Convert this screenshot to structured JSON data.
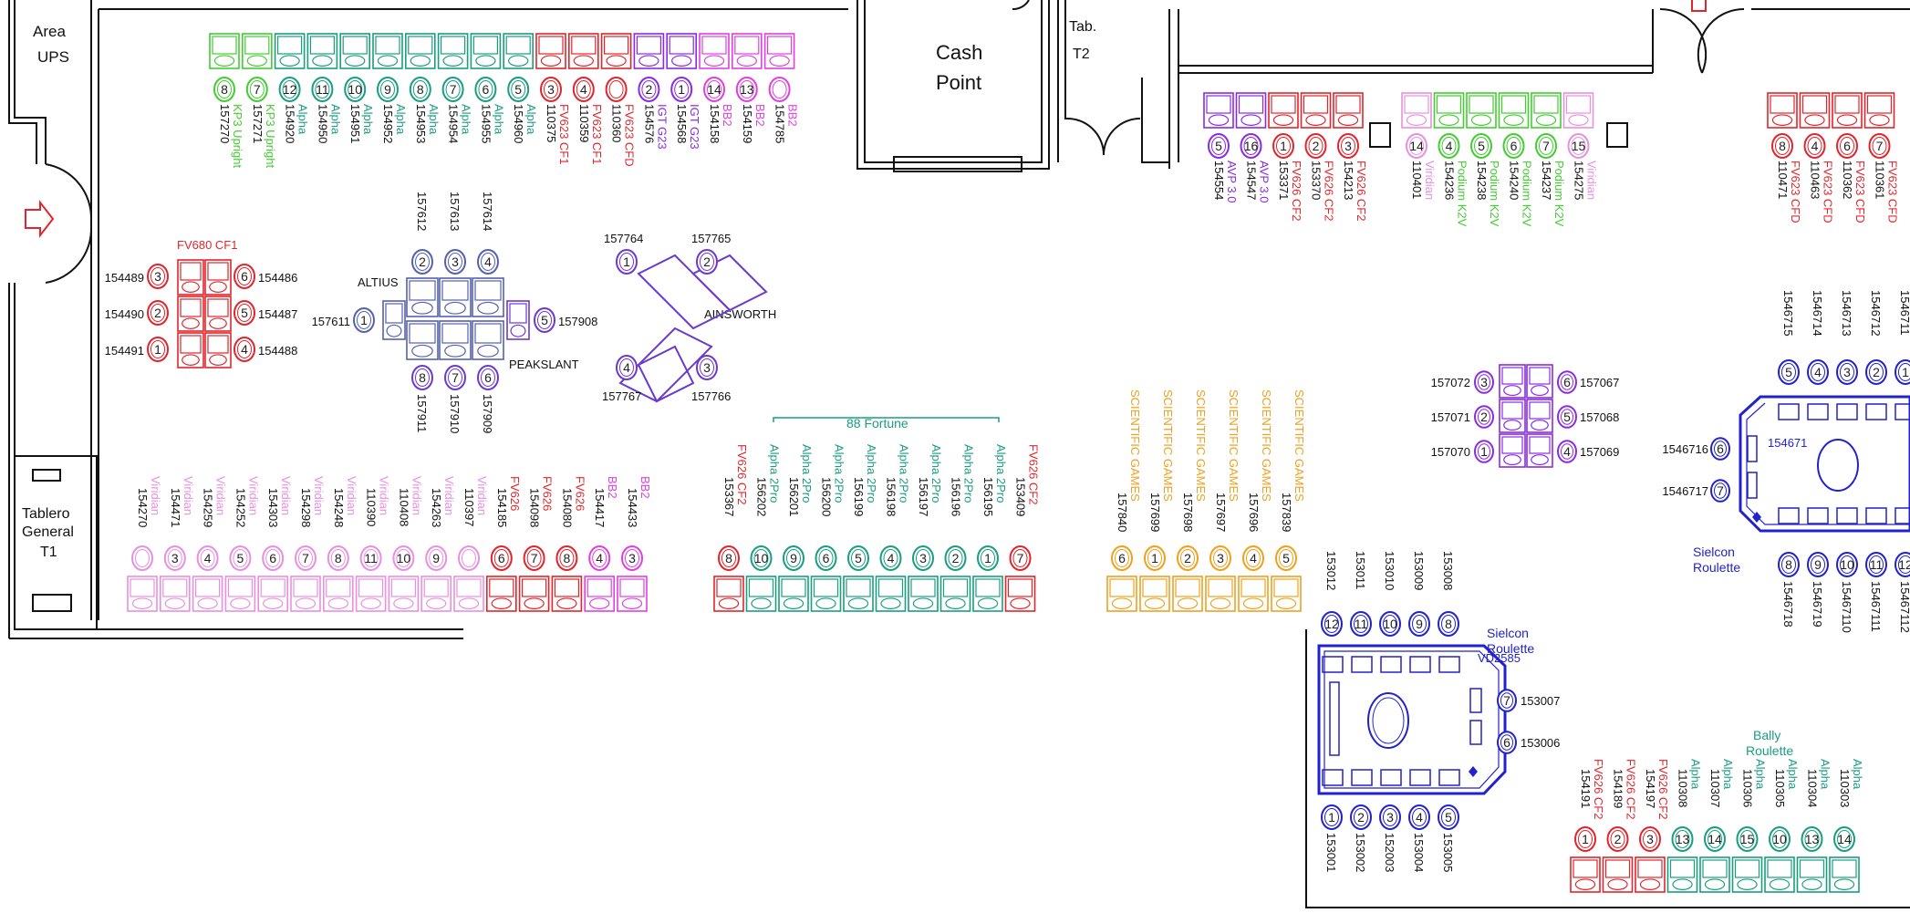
{
  "labels": {
    "area_ups": [
      "Area",
      "UPS"
    ],
    "cash_point": [
      "Cash",
      "Point"
    ],
    "tab_t2": [
      "Tab.",
      "T2"
    ],
    "tablero": [
      "Tablero",
      "General",
      "T1"
    ],
    "fv680": "FV680  CF1",
    "altius": "ALTIUS",
    "peakslant": "PEAKSLANT",
    "ainsworth": "AINSWORTH",
    "fortune": "88 Fortune",
    "sielcon_right": [
      "Sielcon",
      "Roulette"
    ],
    "sielcon_bottom": [
      "Sielcon",
      "Roulette"
    ],
    "vd2585": "VD2585",
    "roulette_id": "154671",
    "bally": [
      "Bally",
      "Roulette"
    ]
  },
  "colors": {
    "green": "#44cc33",
    "teal": "#1a9e7e",
    "red": "#e0262c",
    "purple": "#8a2be2",
    "pink": "#e040e0",
    "lightpink": "#e890e0",
    "blue": "#2222cc",
    "orange": "#f0a020",
    "slate": "#5560b0",
    "violet": "#6a3ad0"
  },
  "top_row": [
    {
      "n": "8",
      "id": "157270",
      "game": "KP3 Upright",
      "c": "green"
    },
    {
      "n": "7",
      "id": "157271",
      "game": "KP3 Upright",
      "c": "green"
    },
    {
      "n": "12",
      "id": "154920",
      "game": "Alpha",
      "c": "teal"
    },
    {
      "n": "11",
      "id": "154950",
      "game": "Alpha",
      "c": "teal"
    },
    {
      "n": "10",
      "id": "154951",
      "game": "Alpha",
      "c": "teal"
    },
    {
      "n": "9",
      "id": "154952",
      "game": "Alpha",
      "c": "teal"
    },
    {
      "n": "8",
      "id": "154953",
      "game": "Alpha",
      "c": "teal"
    },
    {
      "n": "7",
      "id": "154954",
      "game": "Alpha",
      "c": "teal"
    },
    {
      "n": "6",
      "id": "154955",
      "game": "Alpha",
      "c": "teal"
    },
    {
      "n": "5",
      "id": "154960",
      "game": "Alpha",
      "c": "teal"
    },
    {
      "n": "3",
      "id": "110375",
      "game": "FV623  CF1",
      "c": "red"
    },
    {
      "n": "4",
      "id": "110359",
      "game": "FV623  CF1",
      "c": "red"
    },
    {
      "n": "",
      "id": "110360",
      "game": "FV623  CFD",
      "c": "red"
    },
    {
      "n": "2",
      "id": "154576",
      "game": "IGT G23",
      "c": "purple"
    },
    {
      "n": "1",
      "id": "154568",
      "game": "IGT G23",
      "c": "purple"
    },
    {
      "n": "14",
      "id": "154158",
      "game": "BB2",
      "c": "pink"
    },
    {
      "n": "13",
      "id": "154159",
      "game": "BB2",
      "c": "pink"
    },
    {
      "n": "",
      "id": "154785",
      "game": "BB2",
      "c": "pink"
    }
  ],
  "fv680": {
    "left": [
      {
        "n": "3",
        "id": "154489"
      },
      {
        "n": "2",
        "id": "154490"
      },
      {
        "n": "1",
        "id": "154491"
      }
    ],
    "right": [
      {
        "n": "6",
        "id": "154486"
      },
      {
        "n": "5",
        "id": "154487"
      },
      {
        "n": "4",
        "id": "154488"
      }
    ]
  },
  "peak": {
    "top": [
      {
        "n": "2",
        "id": "157612"
      },
      {
        "n": "3",
        "id": "157613"
      },
      {
        "n": "4",
        "id": "157614"
      }
    ],
    "bottom": [
      {
        "n": "8",
        "id": "157911"
      },
      {
        "n": "7",
        "id": "157910"
      },
      {
        "n": "6",
        "id": "157909"
      }
    ],
    "left": {
      "n": "1",
      "id": "157611"
    },
    "right": {
      "n": "5",
      "id": "157908"
    }
  },
  "ainsworth_seats": [
    {
      "n": "1",
      "id": "157764"
    },
    {
      "n": "2",
      "id": "157765"
    },
    {
      "n": "4",
      "id": "157767"
    },
    {
      "n": "3",
      "id": "157766"
    }
  ],
  "middle_right_top": [
    {
      "n": "5",
      "id": "154554",
      "game": "AVP 3.0",
      "c": "purple"
    },
    {
      "n": "16",
      "id": "154547",
      "game": "AVP 3.0",
      "c": "purple"
    },
    {
      "n": "1",
      "id": "153371",
      "game": "FV626  CF2",
      "c": "red"
    },
    {
      "n": "2",
      "id": "153370",
      "game": "FV626  CF2",
      "c": "red"
    },
    {
      "n": "3",
      "id": "154213",
      "game": "FV626  CF2",
      "c": "red"
    }
  ],
  "podium_group": [
    {
      "n": "14",
      "id": "110401",
      "game": "Viridian",
      "c": "lightpink"
    },
    {
      "n": "4",
      "id": "154236",
      "game": "Podium K2V",
      "c": "green"
    },
    {
      "n": "5",
      "id": "154238",
      "game": "Podium K2V",
      "c": "green"
    },
    {
      "n": "6",
      "id": "154240",
      "game": "Podium K2V",
      "c": "green"
    },
    {
      "n": "7",
      "id": "154237",
      "game": "Podium K2V",
      "c": "green"
    },
    {
      "n": "15",
      "id": "154275",
      "game": "Viridian",
      "c": "lightpink"
    }
  ],
  "far_right_top": [
    {
      "n": "8",
      "id": "110471",
      "game": "FV623  CFD",
      "c": "red"
    },
    {
      "n": "4",
      "id": "110463",
      "game": "FV623  CFD",
      "c": "red"
    },
    {
      "n": "6",
      "id": "110362",
      "game": "FV623  CFD",
      "c": "red"
    },
    {
      "n": "7",
      "id": "110361",
      "game": "FV623  CFD",
      "c": "red"
    }
  ],
  "small_cluster": {
    "left": [
      {
        "n": "3",
        "id": "157072"
      },
      {
        "n": "2",
        "id": "157071"
      },
      {
        "n": "1",
        "id": "157070"
      }
    ],
    "right": [
      {
        "n": "6",
        "id": "157067"
      },
      {
        "n": "5",
        "id": "157068"
      },
      {
        "n": "4",
        "id": "157069"
      }
    ]
  },
  "bottom_left_row": [
    {
      "n": "",
      "id": "154270",
      "game": "Viridian",
      "c": "lightpink"
    },
    {
      "n": "3",
      "id": "154471",
      "game": "Viridian",
      "c": "lightpink"
    },
    {
      "n": "4",
      "id": "154259",
      "game": "Viridian",
      "c": "lightpink"
    },
    {
      "n": "5",
      "id": "154252",
      "game": "Viridian",
      "c": "lightpink"
    },
    {
      "n": "6",
      "id": "154303",
      "game": "Viridian",
      "c": "lightpink"
    },
    {
      "n": "7",
      "id": "154298",
      "game": "Viridian",
      "c": "lightpink"
    },
    {
      "n": "8",
      "id": "154248",
      "game": "Viridian",
      "c": "lightpink"
    },
    {
      "n": "11",
      "id": "110390",
      "game": "Viridian",
      "c": "lightpink"
    },
    {
      "n": "10",
      "id": "110408",
      "game": "Viridian",
      "c": "lightpink"
    },
    {
      "n": "9",
      "id": "154263",
      "game": "Viridian",
      "c": "lightpink"
    },
    {
      "n": "",
      "id": "110397",
      "game": "Viridian",
      "c": "lightpink"
    },
    {
      "n": "6",
      "id": "154185",
      "game": "FV626",
      "c": "red"
    },
    {
      "n": "7",
      "id": "154098",
      "game": "FV626",
      "c": "red"
    },
    {
      "n": "8",
      "id": "154080",
      "game": "FV626",
      "c": "red"
    },
    {
      "n": "4",
      "id": "154417",
      "game": "BB2",
      "c": "pink"
    },
    {
      "n": "3",
      "id": "154433",
      "game": "BB2",
      "c": "pink"
    }
  ],
  "fortune_row": [
    {
      "n": "8",
      "id": "153367",
      "game": "FV626  CF2",
      "c": "red"
    },
    {
      "n": "10",
      "id": "156202",
      "game": "Alpha 2Pro",
      "c": "teal"
    },
    {
      "n": "9",
      "id": "156201",
      "game": "Alpha 2Pro",
      "c": "teal"
    },
    {
      "n": "6",
      "id": "156200",
      "game": "Alpha 2Pro",
      "c": "teal"
    },
    {
      "n": "5",
      "id": "156199",
      "game": "Alpha 2Pro",
      "c": "teal"
    },
    {
      "n": "4",
      "id": "156198",
      "game": "Alpha 2Pro",
      "c": "teal"
    },
    {
      "n": "3",
      "id": "156197",
      "game": "Alpha 2Pro",
      "c": "teal"
    },
    {
      "n": "2",
      "id": "156196",
      "game": "Alpha 2Pro",
      "c": "teal"
    },
    {
      "n": "1",
      "id": "156195",
      "game": "Alpha 2Pro",
      "c": "teal"
    },
    {
      "n": "7",
      "id": "153409",
      "game": "FV626  CF2",
      "c": "red"
    }
  ],
  "scientific_row": [
    {
      "n": "6",
      "id": "157840",
      "game": "SCIENTIFIC GAMES",
      "c": "orange"
    },
    {
      "n": "1",
      "id": "157699",
      "game": "SCIENTIFIC GAMES",
      "c": "orange"
    },
    {
      "n": "2",
      "id": "157698",
      "game": "SCIENTIFIC GAMES",
      "c": "orange"
    },
    {
      "n": "3",
      "id": "157697",
      "game": "SCIENTIFIC GAMES",
      "c": "orange"
    },
    {
      "n": "4",
      "id": "157696",
      "game": "SCIENTIFIC GAMES",
      "c": "orange"
    },
    {
      "n": "5",
      "id": "157839",
      "game": "SCIENTIFIC GAMES",
      "c": "orange"
    }
  ],
  "roulette_right": {
    "top": [
      {
        "n": "5",
        "id": "1546715"
      },
      {
        "n": "4",
        "id": "1546714"
      },
      {
        "n": "3",
        "id": "1546713"
      },
      {
        "n": "2",
        "id": "1546712"
      },
      {
        "n": "1",
        "id": "1546711"
      }
    ],
    "left": [
      {
        "n": "6",
        "id": "1546716"
      },
      {
        "n": "7",
        "id": "1546717"
      }
    ],
    "bottom": [
      {
        "n": "8",
        "id": "1546718"
      },
      {
        "n": "9",
        "id": "1546719"
      },
      {
        "n": "10",
        "id": "15467110"
      },
      {
        "n": "11",
        "id": "15467111"
      },
      {
        "n": "12",
        "id": "15467112"
      }
    ]
  },
  "roulette_bottom": {
    "top": [
      {
        "n": "12",
        "id": "153012"
      },
      {
        "n": "11",
        "id": "153011"
      },
      {
        "n": "10",
        "id": "153010"
      },
      {
        "n": "9",
        "id": "153009"
      },
      {
        "n": "8",
        "id": "153008"
      }
    ],
    "right": [
      {
        "n": "7",
        "id": "153007"
      },
      {
        "n": "6",
        "id": "153006"
      }
    ],
    "bottom": [
      {
        "n": "1",
        "id": "153001"
      },
      {
        "n": "2",
        "id": "153002"
      },
      {
        "n": "3",
        "id": "152003"
      },
      {
        "n": "4",
        "id": "153004"
      },
      {
        "n": "5",
        "id": "153005"
      }
    ]
  },
  "bally_row": [
    {
      "n": "1",
      "id": "154191",
      "game": "FV626  CF2",
      "c": "red"
    },
    {
      "n": "2",
      "id": "154189",
      "game": "FV626  CF2",
      "c": "red"
    },
    {
      "n": "3",
      "id": "154197",
      "game": "FV626  CF2",
      "c": "red"
    },
    {
      "n": "13",
      "id": "110308",
      "game": "Alpha",
      "c": "teal"
    },
    {
      "n": "14",
      "id": "110307",
      "game": "Alpha",
      "c": "teal"
    },
    {
      "n": "15",
      "id": "110306",
      "game": "Alpha",
      "c": "teal"
    },
    {
      "n": "10",
      "id": "110305",
      "game": "Alpha",
      "c": "teal"
    },
    {
      "n": "13",
      "id": "110304",
      "game": "Alpha",
      "c": "teal"
    },
    {
      "n": "14",
      "id": "110303",
      "game": "Alpha",
      "c": "teal"
    }
  ]
}
